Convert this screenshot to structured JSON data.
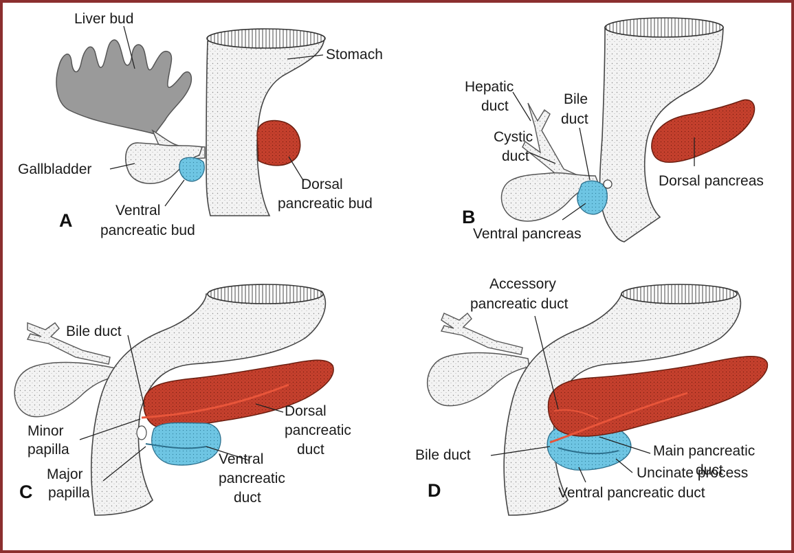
{
  "colors": {
    "frame": "#8b2f2f",
    "organ_fill": "#f2f2f2",
    "organ_stroke": "#555555",
    "liver": "#9a9a9a",
    "dorsal_pancreas": "#c5402d",
    "ventral_pancreas": "#6ec5e3"
  },
  "panels": {
    "A": {
      "letter": "A",
      "liver_bud": "Liver bud",
      "stomach": "Stomach",
      "gallbladder": "Gallbladder",
      "dorsal_bud_l1": "Dorsal",
      "dorsal_bud_l2": "pancreatic bud",
      "ventral_bud_l1": "Ventral",
      "ventral_bud_l2": "pancreatic bud"
    },
    "B": {
      "letter": "B",
      "hepatic_l1": "Hepatic",
      "hepatic_l2": "duct",
      "bile_l1": "Bile",
      "bile_l2": "duct",
      "cystic_l1": "Cystic",
      "cystic_l2": "duct",
      "dorsal_pancreas": "Dorsal pancreas",
      "ventral_pancreas": "Ventral pancreas"
    },
    "C": {
      "letter": "C",
      "bile_duct": "Bile duct",
      "minor_l1": "Minor",
      "minor_l2": "papilla",
      "major_l1": "Major",
      "major_l2": "papilla",
      "dorsal_duct_l1": "Dorsal",
      "dorsal_duct_l2": "pancreatic",
      "dorsal_duct_l3": "duct",
      "ventral_duct_l1": "Ventral",
      "ventral_duct_l2": "pancreatic",
      "ventral_duct_l3": "duct"
    },
    "D": {
      "letter": "D",
      "accessory_l1": "Accessory",
      "accessory_l2": "pancreatic duct",
      "bile_duct": "Bile duct",
      "main_l1": "Main pancreatic",
      "main_l2": "duct",
      "uncinate": "Uncinate process",
      "ventral_duct": "Ventral pancreatic duct"
    }
  }
}
